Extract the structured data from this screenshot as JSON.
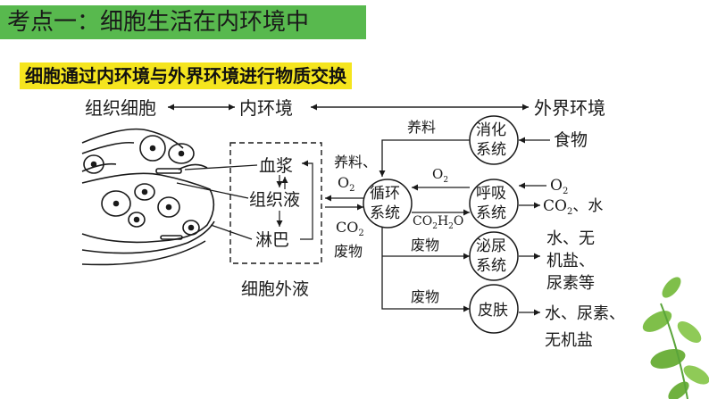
{
  "header": {
    "title": "考点一：细胞生活在内环境中",
    "subtitle": "细胞通过内环境与外界环境进行物质交换"
  },
  "diagram": {
    "top_row": {
      "cells": "组织细胞",
      "internal_env": "内环境",
      "external_env": "外界环境"
    },
    "fluids": {
      "plasma": "血浆",
      "tissue_fluid": "组织液",
      "lymph": "淋巴",
      "extracellular_fluid": "细胞外液"
    },
    "systems": {
      "circulatory": [
        "循环",
        "系统"
      ],
      "digestive": [
        "消化",
        "系统"
      ],
      "respiratory": [
        "呼吸",
        "系统"
      ],
      "urinary": [
        "泌尿",
        "系统"
      ],
      "skin": "皮肤"
    },
    "labels": {
      "nutrients_top": "养料",
      "nutrients_left": "养料、",
      "o2_left": "O",
      "o2_mid": "O",
      "co2_left": "CO",
      "waste_left": "废物",
      "co2_h2o": "CO",
      "h2o_mid": "H",
      "h2o_tail": "O",
      "waste_urinary": "废物",
      "waste_skin": "废物"
    },
    "outputs": {
      "food": "食物",
      "o2_out": "O",
      "co2_out": "CO",
      "water_tail": "、水",
      "urinary_out": [
        "水、无",
        "机盐、",
        "尿素等"
      ],
      "skin_out": [
        "水、尿素、",
        "无机盐"
      ]
    },
    "subscripts": {
      "two": "2"
    },
    "colors": {
      "title_bg": "#58b94e",
      "subtitle_bg": "#f5e51e",
      "leaf": "#7fbf4a"
    }
  }
}
